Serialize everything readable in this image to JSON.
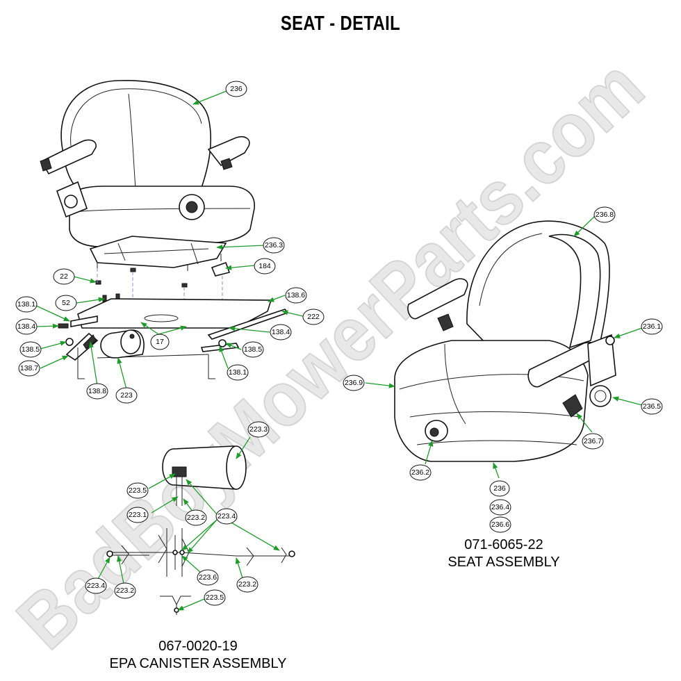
{
  "title": "SEAT - DETAIL",
  "watermark": "BadBoyMowerParts.com",
  "assemblies": {
    "seat": {
      "part_number": "071-6065-22",
      "name": "SEAT ASSEMBLY"
    },
    "canister": {
      "part_number": "067-0020-19",
      "name": "EPA CANISTER ASSEMBLY"
    }
  },
  "callouts": {
    "c_236_top": "236",
    "c_236_3": "236.3",
    "c_184": "184",
    "c_22": "22",
    "c_52": "52",
    "c_138_6": "138.6",
    "c_138_1_l": "138.1",
    "c_222": "222",
    "c_138_4_l": "138.4",
    "c_138_4_r": "138.4",
    "c_17": "17",
    "c_138_5_l": "138.5",
    "c_138_5_r": "138.5",
    "c_138_7": "138.7",
    "c_138_1_r": "138.1",
    "c_138_8": "138.8",
    "c_223": "223",
    "c_236_8": "236.8",
    "c_236_1": "236.1",
    "c_236_9": "236.9",
    "c_236_5": "236.5",
    "c_236_7": "236.7",
    "c_236_2": "236.2",
    "c_236_b": "236",
    "c_236_4": "236.4",
    "c_236_6": "236.6",
    "c_223_3": "223.3",
    "c_223_5_a": "223.5",
    "c_223_1": "223.1",
    "c_223_2_a": "223.2",
    "c_223_4_a": "223.4",
    "c_223_4_b": "223.4",
    "c_223_2_b": "223.2",
    "c_223_6": "223.6",
    "c_223_2_c": "223.2",
    "c_223_5_b": "223.5"
  },
  "colors": {
    "leader": "#1e9b2a",
    "hidden_line": "#8a8cd8",
    "watermark": "#cccccc"
  }
}
